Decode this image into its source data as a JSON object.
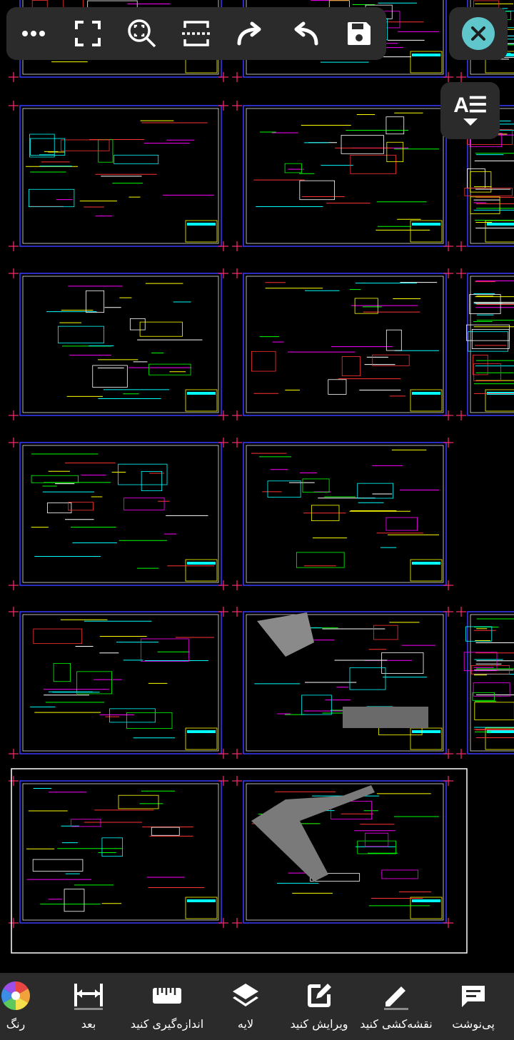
{
  "toolbar": {
    "buttons": [
      {
        "name": "more-icon"
      },
      {
        "name": "fullscreen-icon"
      },
      {
        "name": "zoom-window-icon"
      },
      {
        "name": "split-icon"
      },
      {
        "name": "redo-icon"
      },
      {
        "name": "undo-icon"
      },
      {
        "name": "save-icon"
      }
    ]
  },
  "text_toggle": {
    "label": "A☰"
  },
  "bottom_bar": {
    "items": [
      {
        "id": "note",
        "label": "پی‌نوشت",
        "icon": "comment-icon"
      },
      {
        "id": "draw",
        "label": "نقشه‌کشی کنید",
        "icon": "pencil-icon"
      },
      {
        "id": "edit",
        "label": "ویرایش کنید",
        "icon": "edit-icon"
      },
      {
        "id": "layer",
        "label": "لایه",
        "icon": "layers-icon"
      },
      {
        "id": "measure",
        "label": "اندازه‌گیری کنید",
        "icon": "ruler-icon"
      },
      {
        "id": "dimension",
        "label": "بعد",
        "icon": "dimension-icon"
      },
      {
        "id": "color",
        "label": "رنگ",
        "icon": "color-wheel-icon"
      }
    ]
  },
  "colors": {
    "toolbar_bg": "#2b2b2b",
    "close_accent": "#5fc6cc",
    "sheet_border": "#3a3aff",
    "cross_marker": "#ff2a6d",
    "canvas_bg": "#000000"
  }
}
